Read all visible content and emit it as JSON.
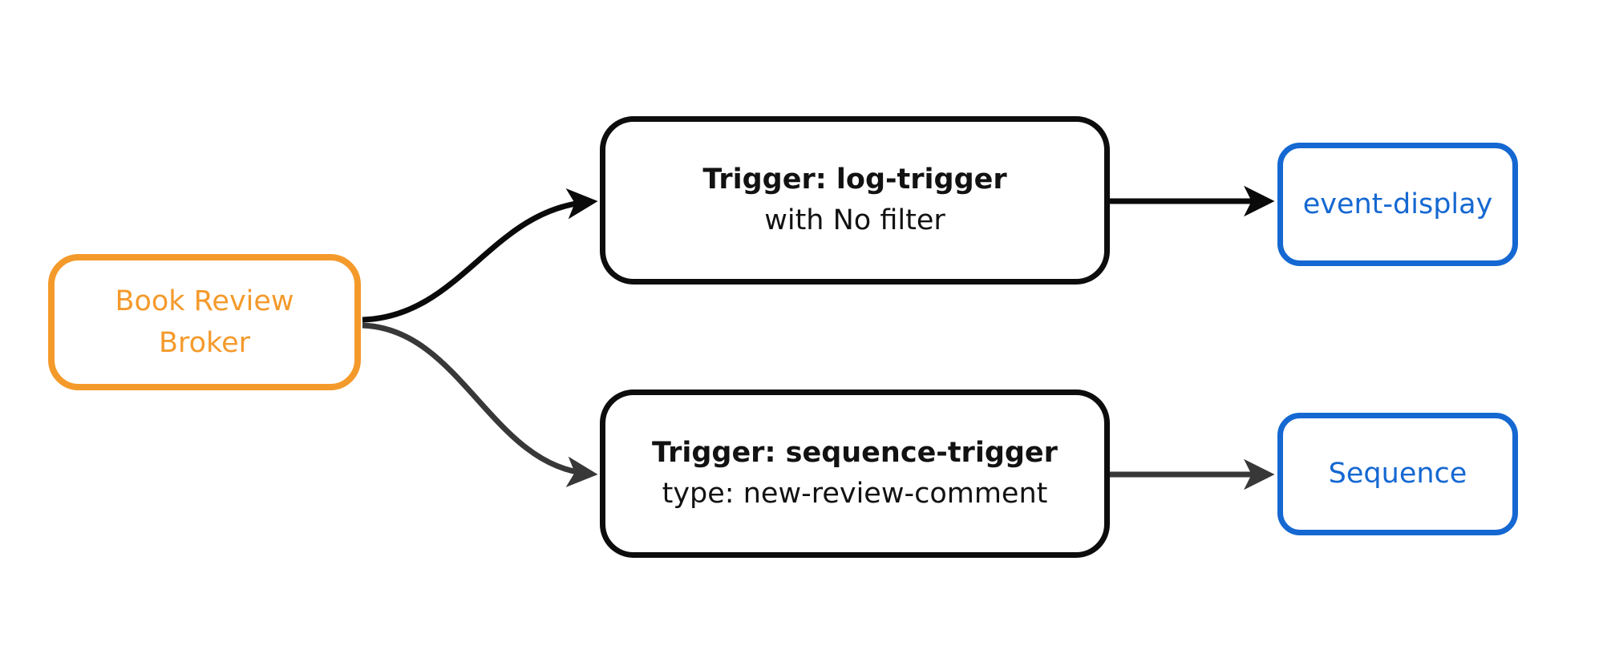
{
  "diagram": {
    "nodes": {
      "broker": {
        "label": "Book Review Broker"
      },
      "trigger_log": {
        "title": "Trigger: log-trigger",
        "subtitle": "with No filter"
      },
      "trigger_sequence": {
        "title": "Trigger: sequence-trigger",
        "subtitle": "type: new-review-comment"
      },
      "event_display": {
        "label": "event-display"
      },
      "sequence": {
        "label": "Sequence"
      }
    },
    "edges": [
      {
        "from": "Book Review Broker",
        "to": "Trigger: log-trigger"
      },
      {
        "from": "Trigger: log-trigger",
        "to": "event-display"
      },
      {
        "from": "Book Review Broker",
        "to": "Trigger: sequence-trigger"
      },
      {
        "from": "Trigger: sequence-trigger",
        "to": "Sequence"
      }
    ],
    "colors": {
      "accent_orange": "#F49A2B",
      "accent_blue": "#1568D1",
      "node_border": "#0D0D0D",
      "edge_dark": "#0A0A0A",
      "edge_gray": "#383838",
      "canvas_bg": "#FFFFFF"
    }
  }
}
